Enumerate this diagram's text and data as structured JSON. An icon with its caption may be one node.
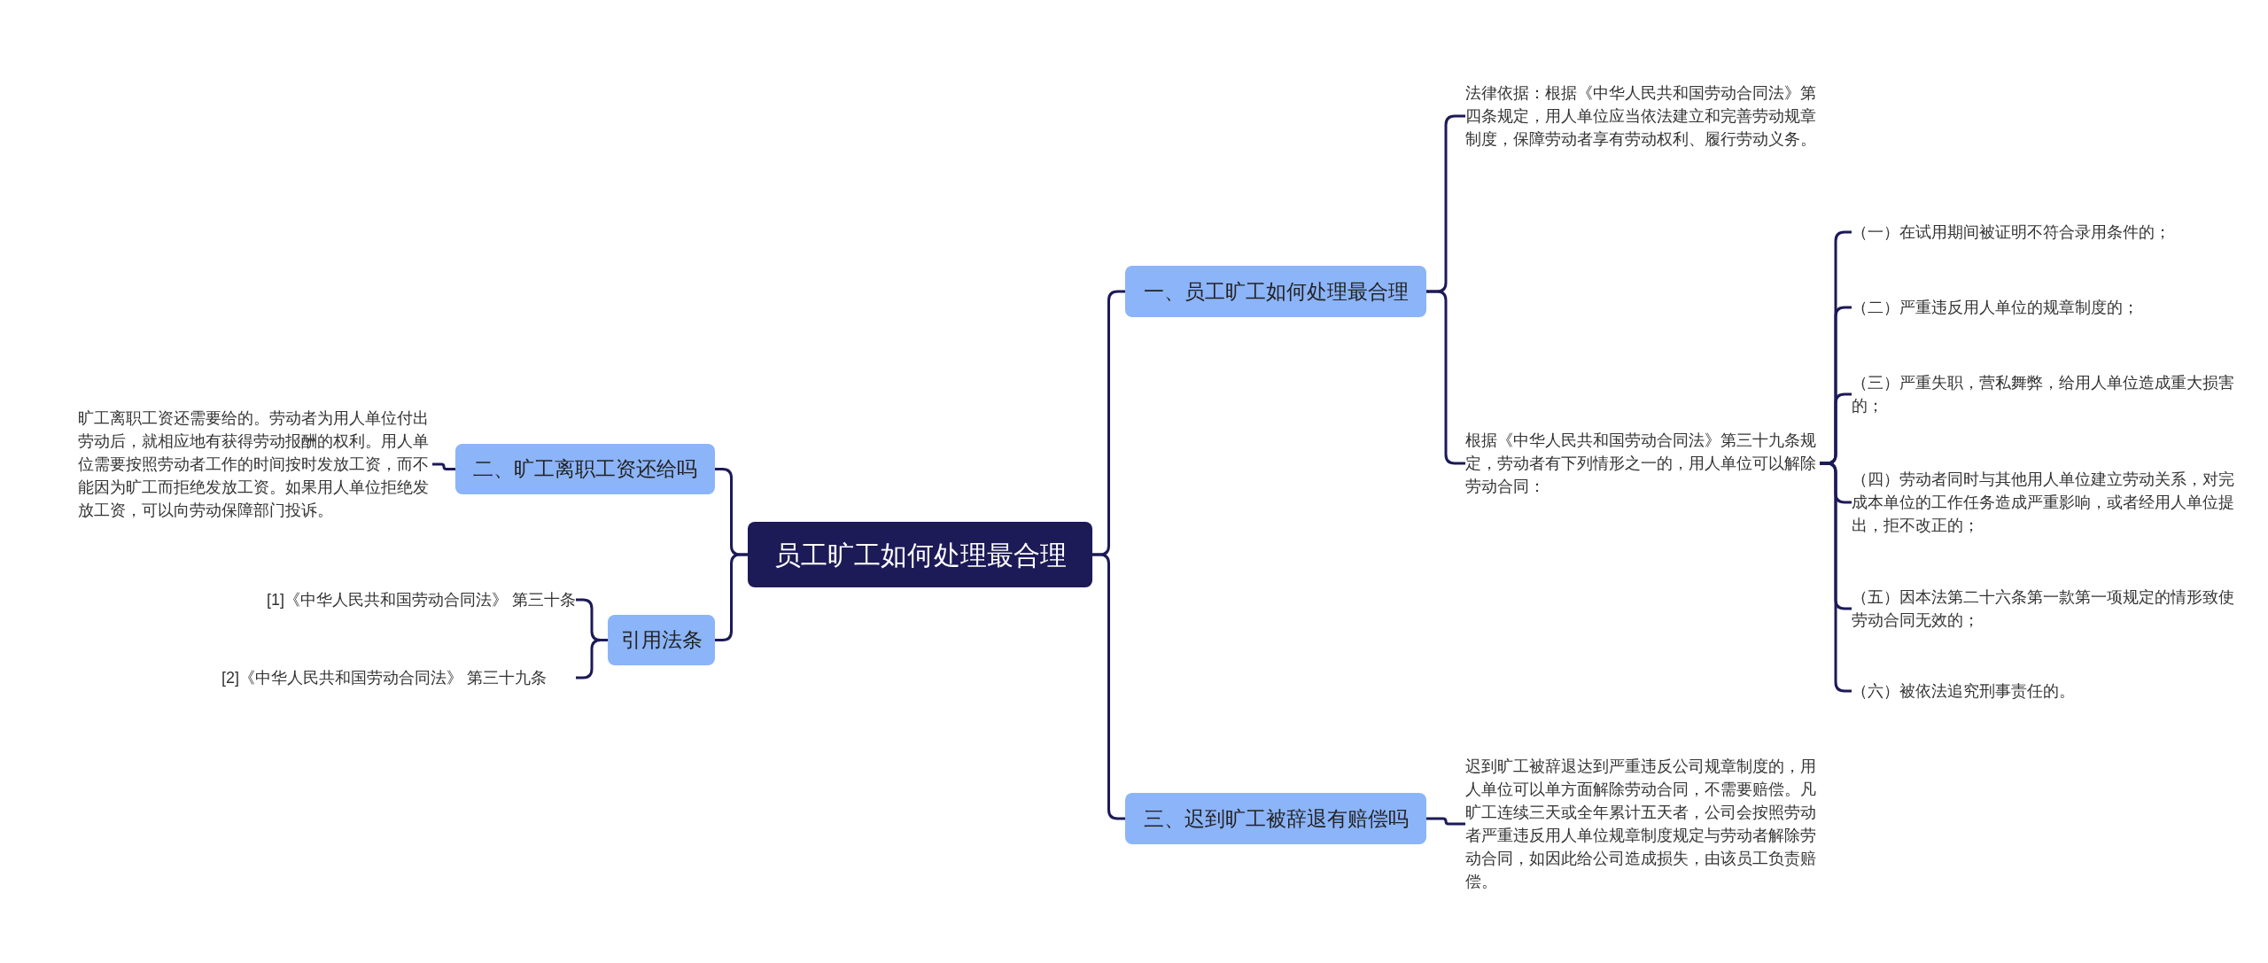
{
  "diagram": {
    "nodes": [
      {
        "text": [
          "员工旷工如何处理最合理"
        ]
      },
      {
        "text": [
          "一、员工旷工如何处理最合理"
        ]
      },
      {
        "text": [
          "法律依据：根据《中华人民共和国劳动合同法》第四条规定，用人单位应当依法建立和完善劳动规章制度，保障劳动者享有劳动权利、履行劳动义务。"
        ]
      },
      {
        "text": [
          "根据《中华人民共和国劳动合同法》第三十九条规定，劳动者有下列情形之一的，用人单位可以解除劳动合同："
        ]
      },
      {
        "text": [
          "（一）在试用期间被证明不符合录用条件的；"
        ]
      },
      {
        "text": [
          "（二）严重违反用人单位的规章制度的；"
        ]
      },
      {
        "text": [
          "（三）严重失职，营私舞弊，给用人单位造成重大损害的；"
        ]
      },
      {
        "text": [
          "（四）劳动者同时与其他用人单位建立劳动关系，对完成本单位的工作任务造成严重影响，或者经用人单位提出，拒不改正的；"
        ]
      },
      {
        "text": [
          "（五）因本法第二十六条第一款第一项规定的情形致使劳动合同无效的；"
        ]
      },
      {
        "text": [
          "（六）被依法追究刑事责任的。"
        ]
      },
      {
        "text": [
          "三、迟到旷工被辞退有赔偿吗"
        ]
      },
      {
        "text": [
          "迟到旷工被辞退达到严重违反公司规章制度的，用人单位可以单方面解除劳动合同，不需要赔偿。凡旷工连续三天或全年累计五天者，公司会按照劳动者严重违反用人单位规章制度规定与劳动者解除劳动合同，如因此给公司造成损失，由该员工负责赔偿。"
        ]
      },
      {
        "text": [
          "二、旷工离职工资还给吗"
        ]
      },
      {
        "text": [
          "旷工离职工资还需要给的。劳动者为用人单位付出劳动后，就相应地有获得劳动报酬的权利。用人单位需要按照劳动者工作的时间按时发放工资，而不能因为旷工而拒绝发放工资。如果用人单位拒绝发放工资，可以向劳动保障部门投诉。"
        ]
      },
      {
        "text": [
          "引用法条"
        ]
      },
      {
        "text": [
          "[1]《中华人民共和国劳动合同法》 第三十条"
        ]
      },
      {
        "text": [
          "[2]《中华人民共和国劳动合同法》 第三十九条"
        ]
      }
    ],
    "edges": [
      {
        "from": 0,
        "to": 1,
        "arrow": "none"
      },
      {
        "from": 1,
        "to": 2,
        "arrow": "none"
      },
      {
        "from": 1,
        "to": 3,
        "arrow": "none"
      },
      {
        "from": 3,
        "to": 4,
        "arrow": "none"
      },
      {
        "from": 3,
        "to": 5,
        "arrow": "none"
      },
      {
        "from": 3,
        "to": 6,
        "arrow": "none"
      },
      {
        "from": 3,
        "to": 7,
        "arrow": "none"
      },
      {
        "from": 3,
        "to": 8,
        "arrow": "none"
      },
      {
        "from": 3,
        "to": 9,
        "arrow": "none"
      },
      {
        "from": 0,
        "to": 10,
        "arrow": "none"
      },
      {
        "from": 10,
        "to": 11,
        "arrow": "none"
      },
      {
        "from": 0,
        "to": 12,
        "arrow": "none"
      },
      {
        "from": 12,
        "to": 13,
        "arrow": "none"
      },
      {
        "from": 0,
        "to": 14,
        "arrow": "none"
      },
      {
        "from": 14,
        "to": 15,
        "arrow": "none"
      },
      {
        "from": 14,
        "to": 16,
        "arrow": "none"
      }
    ]
  }
}
